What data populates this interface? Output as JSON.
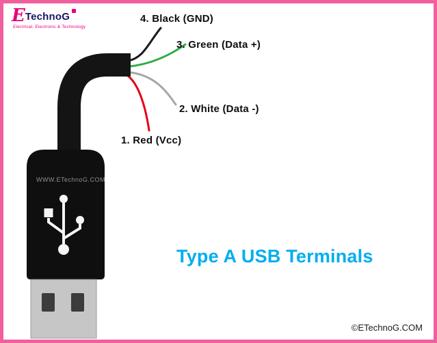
{
  "frame": {
    "border_color": "#f0609e",
    "background": "#ffffff"
  },
  "logo": {
    "initial": "E",
    "rest": "TechnoG",
    "tagline": "Electrical, Electronic & Technology",
    "accent_color": "#e6007e",
    "text_color": "#1b1464"
  },
  "wires": [
    {
      "number": 4,
      "label": "4. Black (GND)",
      "color": "#1b1b1b"
    },
    {
      "number": 3,
      "label": "3. Green (Data +)",
      "color": "#2fae44"
    },
    {
      "number": 2,
      "label": "2. White (Data -)",
      "color": "#a6a6a6"
    },
    {
      "number": 1,
      "label": "1. Red (Vcc)",
      "color": "#e60018"
    }
  ],
  "title": {
    "text": "Type A USB Terminals",
    "color": "#00aeef"
  },
  "connector": {
    "watermark": "WWW.ETechnoG.COM",
    "body_color": "#0f0f0f",
    "metal_color": "#c6c6c6",
    "hole_color": "#3c3c3c",
    "symbol_color": "#f5f5f5"
  },
  "footer": {
    "copyright": "©ETechnoG.COM"
  }
}
